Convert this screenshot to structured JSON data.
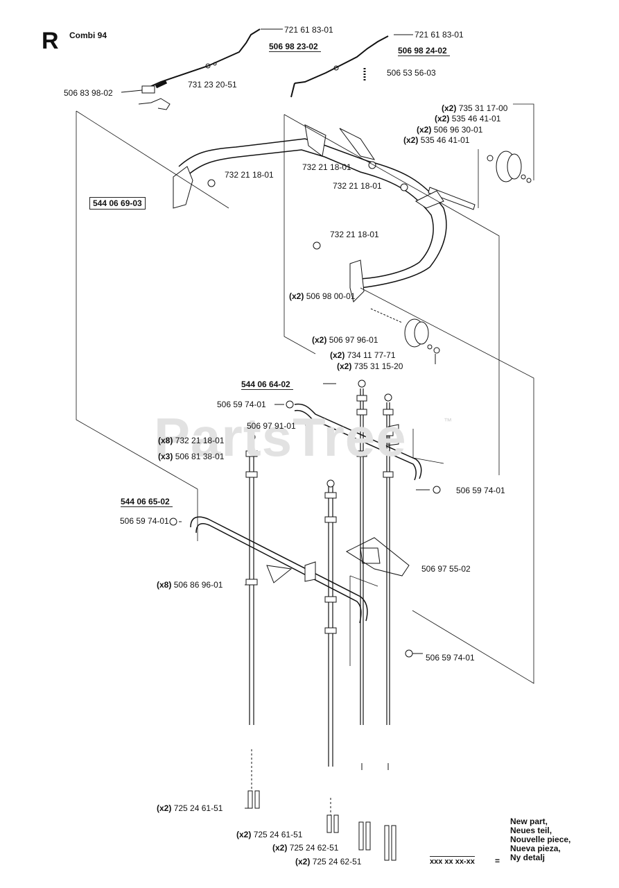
{
  "header": {
    "section": "R",
    "model": "Combi 94"
  },
  "watermark": {
    "text": "PartsTree",
    "tm": "™"
  },
  "assemblies": {
    "upper_handle": "544 06 69-03",
    "middle_bar": "544 06 64-02",
    "lower_bar": "544 06 65-02",
    "left_cable": "506 98 23-02",
    "right_cable": "506 98 24-02"
  },
  "parts": {
    "p01": {
      "qty": "",
      "num": "721 61 83-01"
    },
    "p02": {
      "qty": "",
      "num": "721 61 83-01"
    },
    "p03": {
      "qty": "",
      "num": "506 53 56-03"
    },
    "p04": {
      "qty": "",
      "num": "731 23 20-51"
    },
    "p05": {
      "qty": "",
      "num": "506 83 98-02"
    },
    "p06": {
      "qty": "(x2)",
      "num": "735 31 17-00"
    },
    "p07": {
      "qty": "(x2)",
      "num": "535 46 41-01"
    },
    "p08": {
      "qty": "(x2)",
      "num": "506 96 30-01"
    },
    "p09": {
      "qty": "(x2)",
      "num": "535 46 41-01"
    },
    "p10": {
      "qty": "",
      "num": "732 21 18-01"
    },
    "p11": {
      "qty": "",
      "num": "732 21 18-01"
    },
    "p12": {
      "qty": "",
      "num": "732 21 18-01"
    },
    "p13": {
      "qty": "",
      "num": "732 21 18-01"
    },
    "p14": {
      "qty": "(x2)",
      "num": "506 98 00-01"
    },
    "p15": {
      "qty": "(x2)",
      "num": "506 97 96-01"
    },
    "p16": {
      "qty": "(x2)",
      "num": "734 11 77-71"
    },
    "p17": {
      "qty": "(x2)",
      "num": "735 31 15-20"
    },
    "p18": {
      "qty": "",
      "num": "506 59 74-01"
    },
    "p19": {
      "qty": "",
      "num": "506 97 91-01"
    },
    "p20": {
      "qty": "(x8)",
      "num": "732 21 18-01"
    },
    "p21": {
      "qty": "(x3)",
      "num": "506 81 38-01"
    },
    "p22": {
      "qty": "",
      "num": "506 59 74-01"
    },
    "p23": {
      "qty": "",
      "num": "506 59 74-01"
    },
    "p24": {
      "qty": "",
      "num": "506 97 55-02"
    },
    "p25": {
      "qty": "(x8)",
      "num": "506 86 96-01"
    },
    "p26": {
      "qty": "",
      "num": "506 59 74-01"
    },
    "p27": {
      "qty": "(x2)",
      "num": "725 24 61-51"
    },
    "p28": {
      "qty": "(x2)",
      "num": "725 24 61-51"
    },
    "p29": {
      "qty": "(x2)",
      "num": "725 24 62-51"
    },
    "p30": {
      "qty": "(x2)",
      "num": "725 24 62-51"
    }
  },
  "legend": {
    "lines": [
      "New part,",
      "Neues teil,",
      "Nouvelle piece,",
      "Nueva pieza,",
      "Ny detalj"
    ],
    "code": "xxx xx xx-xx",
    "eq": "="
  }
}
